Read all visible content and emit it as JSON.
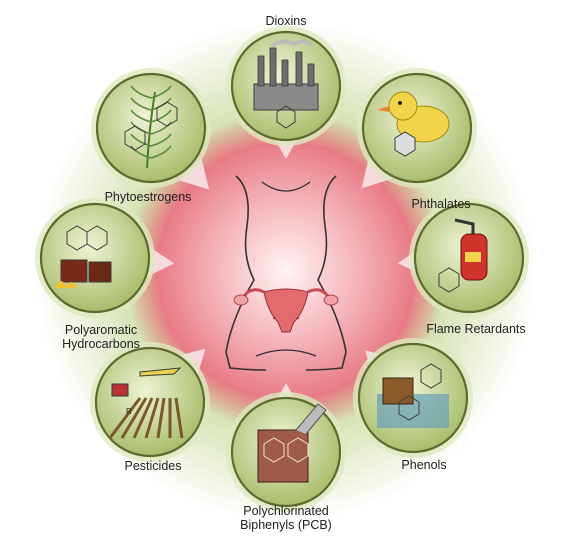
{
  "diagram": {
    "nodes": [
      {
        "id": "dioxins",
        "label": "Dioxins",
        "icon": "factory-icon"
      },
      {
        "id": "phthalates",
        "label": "Phthalates",
        "icon": "rubber-duck-icon"
      },
      {
        "id": "flame",
        "label": "Flame Retardants",
        "icon": "fire-extinguisher-icon"
      },
      {
        "id": "phenols",
        "label": "Phenols",
        "icon": "phenol-molecule-icon"
      },
      {
        "id": "pcb",
        "label_line1": "Polychlorinated",
        "label_line2": "Biphenyls (PCB)",
        "icon": "pcb-container-icon"
      },
      {
        "id": "pesticides",
        "label": "Pesticides",
        "icon": "crop-duster-icon"
      },
      {
        "id": "pah",
        "label_line1": "Polyaromatic",
        "label_line2": "Hydrocarbons",
        "icon": "burning-barrels-icon"
      },
      {
        "id": "phyto",
        "label": "Phytoestrogens",
        "icon": "plant-steroid-icon"
      }
    ],
    "center_icon": "female-torso-uterus-icon",
    "colors": {
      "glow": "#e8707a",
      "halo": "#d9e3b5",
      "node_fill": "#c9d79a",
      "node_stroke": "#6b7a3a"
    }
  }
}
